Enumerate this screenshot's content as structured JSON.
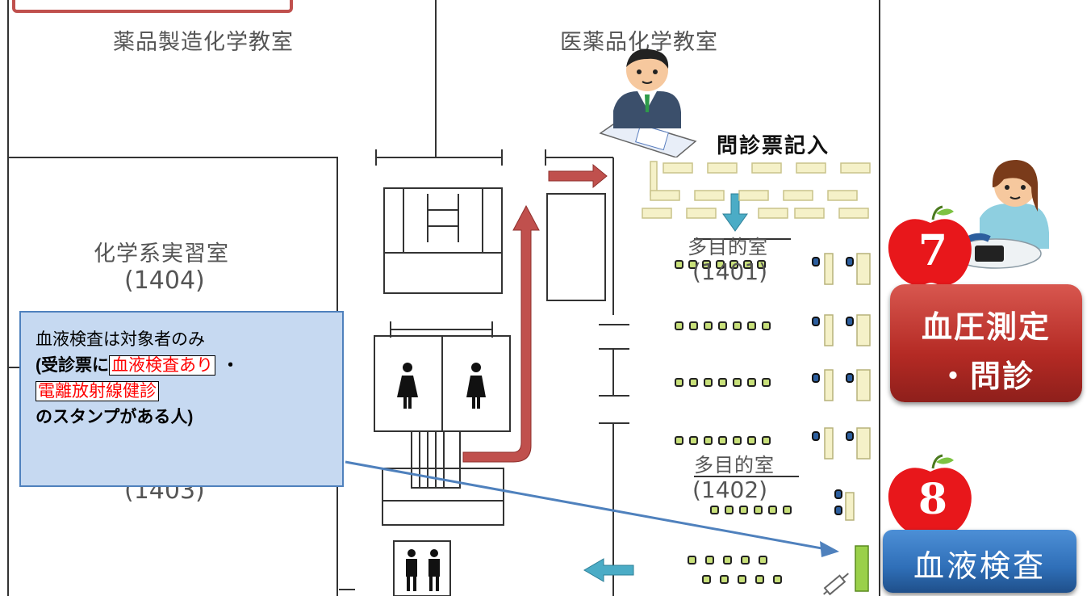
{
  "rooms": {
    "pharma_mfg": "薬品製造化学教室",
    "med_chem": "医薬品化学教室",
    "chem_lab_name": "化学系実習室",
    "chem_lab_num": "(1404)",
    "room_1403_num": "(1403)",
    "multi1_name": "多目的室",
    "multi1_num": "(1401)",
    "multi2_name": "多目的室",
    "multi2_num": "(1402)"
  },
  "labels": {
    "questionnaire": "問診票記入"
  },
  "stations": {
    "s7": {
      "number": "7",
      "label_line1": "血圧測定",
      "label_line2": "・問診",
      "color": "#c0312b"
    },
    "s8": {
      "number": "8",
      "label": "血液検査",
      "color": "#2f6fb8"
    }
  },
  "note": {
    "line1": "血液検査は対象者のみ",
    "line2_prefix": "(受診票に",
    "stamp1": "血液検査あり",
    "line2_suffix": "・",
    "stamp2": "電離放射線健診",
    "line4": "のスタンプがある人)"
  },
  "colors": {
    "arrow_red": "#c0504d",
    "arrow_blue": "#4bacc6",
    "note_fill": "#c6d9f1",
    "note_border": "#4f81bd",
    "desk_fill": "#f5f1c8",
    "chair_green": "#7dc242"
  }
}
